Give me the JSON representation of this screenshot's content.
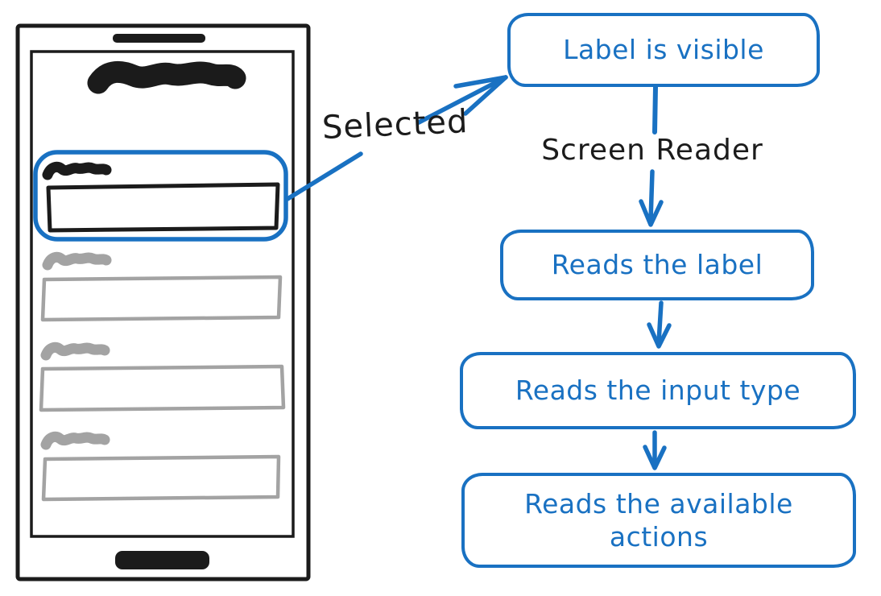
{
  "colors": {
    "accent": "#1971c2",
    "ink": "#1b1b1b",
    "muted": "#a3a3a3"
  },
  "annotations": {
    "selected_label": "Selected",
    "edge_label": "Screen Reader"
  },
  "flow": {
    "boxes": [
      {
        "label": "Label is visible"
      },
      {
        "label": "Reads the label"
      },
      {
        "label": "Reads the input type"
      },
      {
        "label": "Reads the available actions"
      }
    ]
  },
  "phone": {
    "fields": [
      {
        "state": "selected"
      },
      {
        "state": "inactive"
      },
      {
        "state": "inactive"
      },
      {
        "state": "inactive"
      }
    ]
  }
}
